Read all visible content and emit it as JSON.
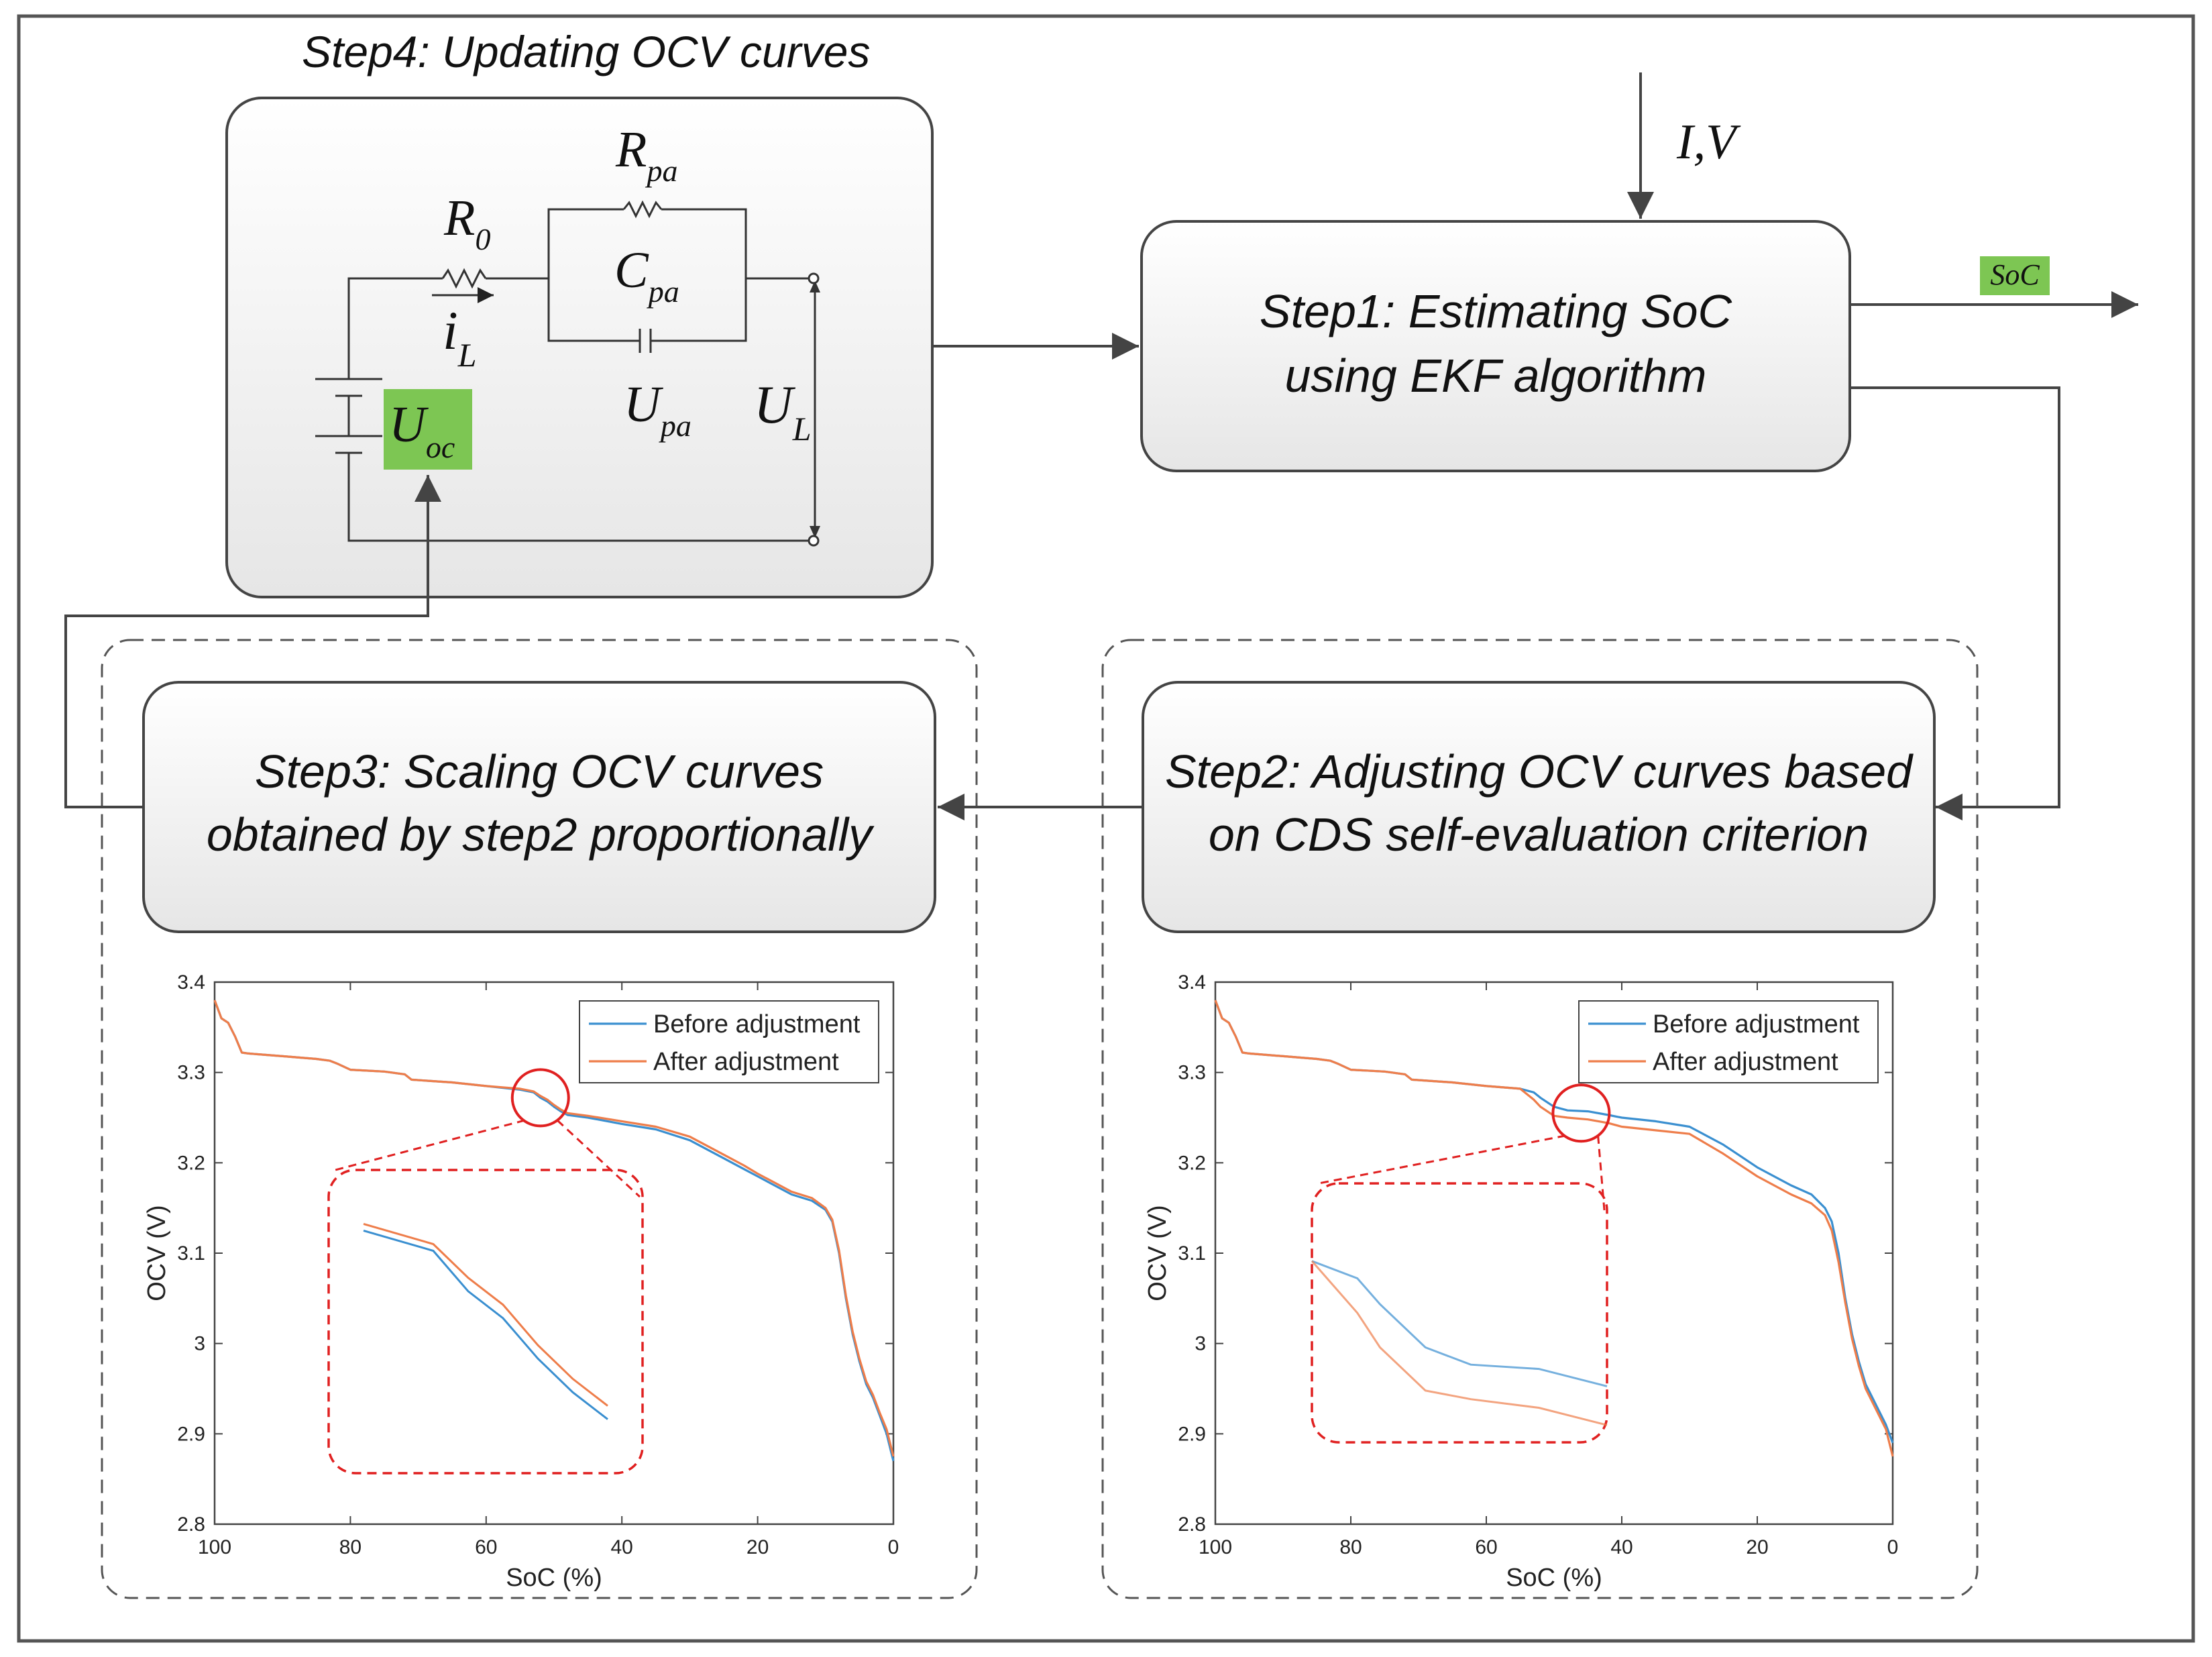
{
  "title": "Step4: Updating OCV curves",
  "steps": {
    "step1": {
      "line1": "Step1: Estimating SoC",
      "line2": "using EKF algorithm"
    },
    "step2": {
      "line1": "Step2: Adjusting OCV curves based",
      "line2": "on CDS self-evaluation criterion"
    },
    "step3": {
      "line1": "Step3: Scaling OCV curves",
      "line2": "obtained by step2 proportionally"
    }
  },
  "input_label": "I,V",
  "output_label": "SoC",
  "circuit": {
    "r0": {
      "main": "R",
      "sub": "0"
    },
    "rpa": {
      "main": "R",
      "sub": "pa"
    },
    "cpa": {
      "main": "C",
      "sub": "pa"
    },
    "upa": {
      "main": "U",
      "sub": "pa"
    },
    "ul": {
      "main": "U",
      "sub": "L"
    },
    "il": {
      "main": "i",
      "sub": "L"
    },
    "uoc": {
      "main": "U",
      "sub": "oc"
    }
  },
  "colors": {
    "before": "#3a8fd0",
    "after": "#ee7d4a",
    "highlight": "#e02020",
    "uoc_fill": "#7dc653",
    "soc_fill": "#7dc653"
  },
  "chart_data": [
    {
      "type": "line",
      "xlabel": "SoC (%)",
      "ylabel": "OCV (V)",
      "xlim": [
        100,
        0
      ],
      "ylim": [
        2.8,
        3.4
      ],
      "xticks": [
        100,
        80,
        60,
        40,
        20,
        0
      ],
      "yticks": [
        "2.8",
        "2.9",
        "3",
        "3.1",
        "3.2",
        "3.3",
        "3.4"
      ],
      "legend_position": "top-right",
      "series": [
        {
          "name": "Before adjustment",
          "x": [
            100,
            99,
            98,
            97,
            96,
            95,
            90,
            85,
            83,
            82,
            80,
            75,
            72,
            71,
            65,
            60,
            55,
            53,
            52,
            51,
            50,
            49,
            48,
            45,
            40,
            35,
            30,
            25,
            22,
            20,
            15,
            12,
            10,
            9,
            8,
            7,
            6,
            5,
            4,
            3,
            2,
            1,
            0.5,
            0
          ],
          "y": [
            3.38,
            3.36,
            3.355,
            3.34,
            3.322,
            3.321,
            3.318,
            3.315,
            3.313,
            3.31,
            3.303,
            3.301,
            3.298,
            3.292,
            3.289,
            3.285,
            3.281,
            3.278,
            3.272,
            3.268,
            3.262,
            3.257,
            3.253,
            3.25,
            3.243,
            3.237,
            3.225,
            3.205,
            3.193,
            3.185,
            3.165,
            3.158,
            3.148,
            3.135,
            3.1,
            3.05,
            3.01,
            2.98,
            2.955,
            2.94,
            2.92,
            2.9,
            2.885,
            2.87
          ]
        },
        {
          "name": "After adjustment",
          "x": [
            100,
            99,
            98,
            97,
            96,
            95,
            90,
            85,
            83,
            82,
            80,
            75,
            72,
            71,
            65,
            60,
            55,
            53,
            52,
            51,
            50,
            49,
            48,
            45,
            40,
            35,
            30,
            25,
            22,
            20,
            15,
            12,
            10,
            9,
            8,
            7,
            6,
            5,
            4,
            3,
            2,
            1,
            0.5,
            0
          ],
          "y": [
            3.38,
            3.36,
            3.355,
            3.34,
            3.322,
            3.321,
            3.318,
            3.315,
            3.313,
            3.31,
            3.303,
            3.301,
            3.298,
            3.292,
            3.289,
            3.285,
            3.282,
            3.279,
            3.274,
            3.27,
            3.264,
            3.259,
            3.255,
            3.252,
            3.246,
            3.24,
            3.229,
            3.209,
            3.197,
            3.188,
            3.168,
            3.161,
            3.15,
            3.137,
            3.103,
            3.053,
            3.013,
            2.983,
            2.958,
            2.943,
            2.923,
            2.905,
            2.89,
            2.875
          ]
        }
      ]
    },
    {
      "type": "line",
      "xlabel": "SoC (%)",
      "ylabel": "OCV (V)",
      "xlim": [
        100,
        0
      ],
      "ylim": [
        2.8,
        3.4
      ],
      "xticks": [
        100,
        80,
        60,
        40,
        20,
        0
      ],
      "yticks": [
        "2.8",
        "2.9",
        "3",
        "3.1",
        "3.2",
        "3.3",
        "3.4"
      ],
      "legend_position": "top-right",
      "series": [
        {
          "name": "Before adjustment",
          "x": [
            100,
            99,
            98,
            97,
            96,
            95,
            90,
            85,
            83,
            82,
            80,
            75,
            72,
            71,
            65,
            60,
            55,
            53,
            52,
            50,
            48,
            45,
            42,
            40,
            35,
            30,
            25,
            22,
            20,
            15,
            12,
            10,
            9,
            8,
            7,
            6,
            5,
            4,
            3,
            2,
            1,
            0.5,
            0
          ],
          "y": [
            3.38,
            3.36,
            3.355,
            3.34,
            3.322,
            3.321,
            3.318,
            3.315,
            3.313,
            3.31,
            3.303,
            3.301,
            3.298,
            3.292,
            3.289,
            3.285,
            3.282,
            3.278,
            3.272,
            3.262,
            3.258,
            3.257,
            3.253,
            3.25,
            3.246,
            3.24,
            3.22,
            3.205,
            3.195,
            3.175,
            3.165,
            3.15,
            3.135,
            3.1,
            3.05,
            3.01,
            2.98,
            2.955,
            2.94,
            2.925,
            2.91,
            2.9,
            2.89
          ]
        },
        {
          "name": "After adjustment",
          "x": [
            100,
            99,
            98,
            97,
            96,
            95,
            90,
            85,
            83,
            82,
            80,
            75,
            72,
            71,
            65,
            60,
            55,
            53,
            52,
            50,
            48,
            45,
            42,
            40,
            35,
            30,
            25,
            22,
            20,
            15,
            12,
            10,
            9,
            8,
            7,
            6,
            5,
            4,
            3,
            2,
            1,
            0.5,
            0
          ],
          "y": [
            3.38,
            3.36,
            3.355,
            3.34,
            3.322,
            3.321,
            3.318,
            3.315,
            3.313,
            3.31,
            3.303,
            3.301,
            3.298,
            3.292,
            3.289,
            3.285,
            3.282,
            3.27,
            3.262,
            3.252,
            3.25,
            3.248,
            3.244,
            3.24,
            3.236,
            3.232,
            3.21,
            3.195,
            3.185,
            3.165,
            3.155,
            3.142,
            3.125,
            3.09,
            3.045,
            3.005,
            2.975,
            2.95,
            2.935,
            2.92,
            2.905,
            2.89,
            2.875
          ]
        }
      ]
    }
  ]
}
